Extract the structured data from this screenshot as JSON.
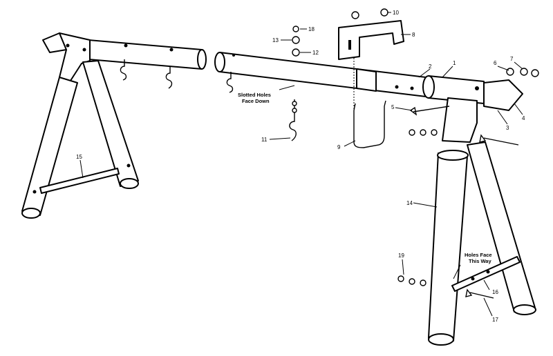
{
  "callouts": [
    "1",
    "2",
    "3",
    "4",
    "5",
    "6",
    "7",
    "8",
    "9",
    "10",
    "11",
    "12",
    "13",
    "14",
    "15",
    "16",
    "17",
    "18",
    "19"
  ],
  "notes": {
    "slotted_line1": "Slotted Holes",
    "slotted_line2": "Face Down",
    "holes_line1": "Holes Face",
    "holes_line2": "This Way"
  }
}
